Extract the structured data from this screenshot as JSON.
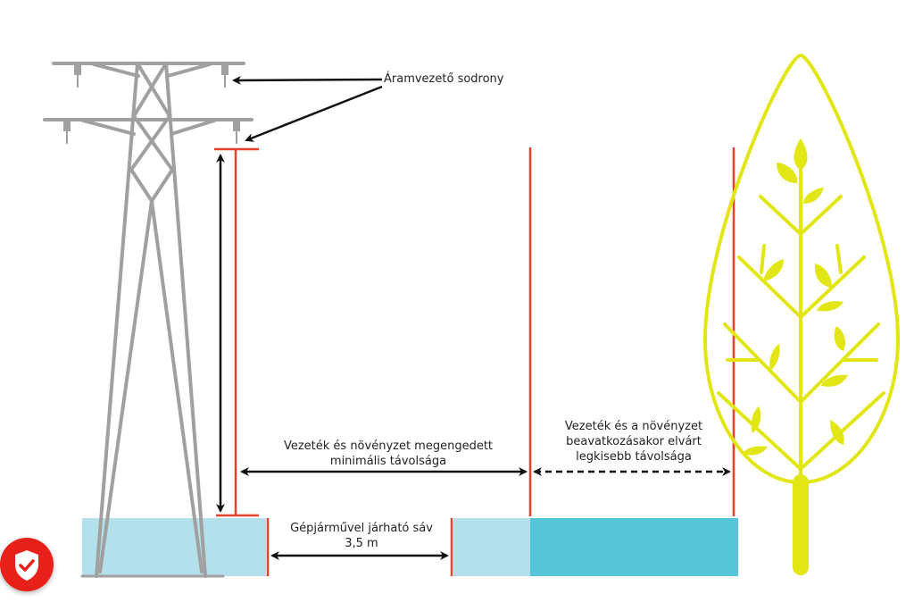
{
  "labels": {
    "conductor": "Áramvezető sodrony",
    "min_distance_line1": "Vezeték és növényzet megengedett",
    "min_distance_line2": "minimális távolsága",
    "intervention_line1": "Vezeték és a növényzet",
    "intervention_line2": "beavatkozásakor elvárt",
    "intervention_line3": "legkisebb távolsága",
    "lane_line1": "Gépjárművel járható sáv",
    "lane_line2": "3,5 m"
  },
  "icons": {
    "badge": "shield-check-icon"
  },
  "colors": {
    "tower": "#a0a0a0",
    "red": "#e8412f",
    "tree": "#e1e614",
    "light_blue": "#b3e0ea",
    "dark_blue": "#55c6d8",
    "badge": "#e8201a"
  }
}
